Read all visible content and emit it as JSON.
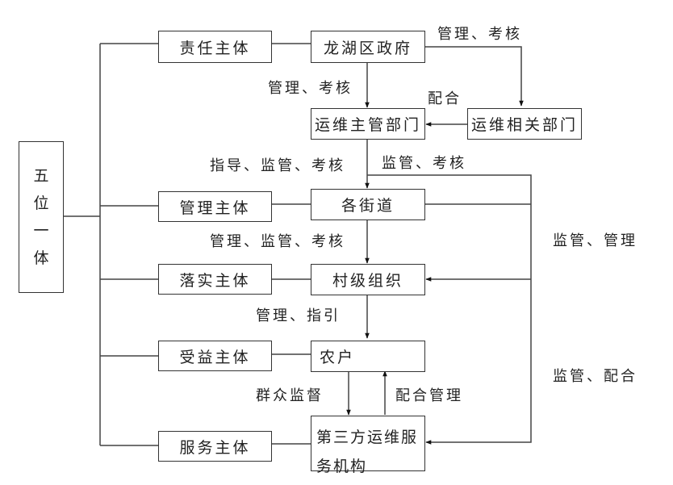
{
  "diagram": {
    "root": {
      "label": "五位一体",
      "chars": [
        "五",
        "位",
        "一",
        "体"
      ]
    },
    "roles": [
      {
        "id": "responsibility",
        "label": "责任主体"
      },
      {
        "id": "management",
        "label": "管理主体"
      },
      {
        "id": "implementation",
        "label": "落实主体"
      },
      {
        "id": "beneficiary",
        "label": "受益主体"
      },
      {
        "id": "service",
        "label": "服务主体"
      }
    ],
    "entities": {
      "longhu_gov": "龙湖区政府",
      "om_main_dept": "运维主管部门",
      "om_related_dept": "运维相关部门",
      "streets": "各街道",
      "village_org": "村级组织",
      "farmers": "农户",
      "third_party": "第三方运维服务机构"
    },
    "edge_labels": {
      "gov_to_related": "管理、考核",
      "gov_to_main": "管理、考核",
      "related_to_main": "配合",
      "main_to_streets_left": "指导、监管、考核",
      "main_to_streets_right": "监管、考核",
      "streets_to_village": "管理、监管、考核",
      "village_to_farmers": "管理、指引",
      "farmers_to_thirdparty": "群众监督",
      "thirdparty_to_farmers": "配合管理",
      "right_loop_upper": "监管、管理",
      "right_loop_lower": "监管、配合"
    }
  }
}
